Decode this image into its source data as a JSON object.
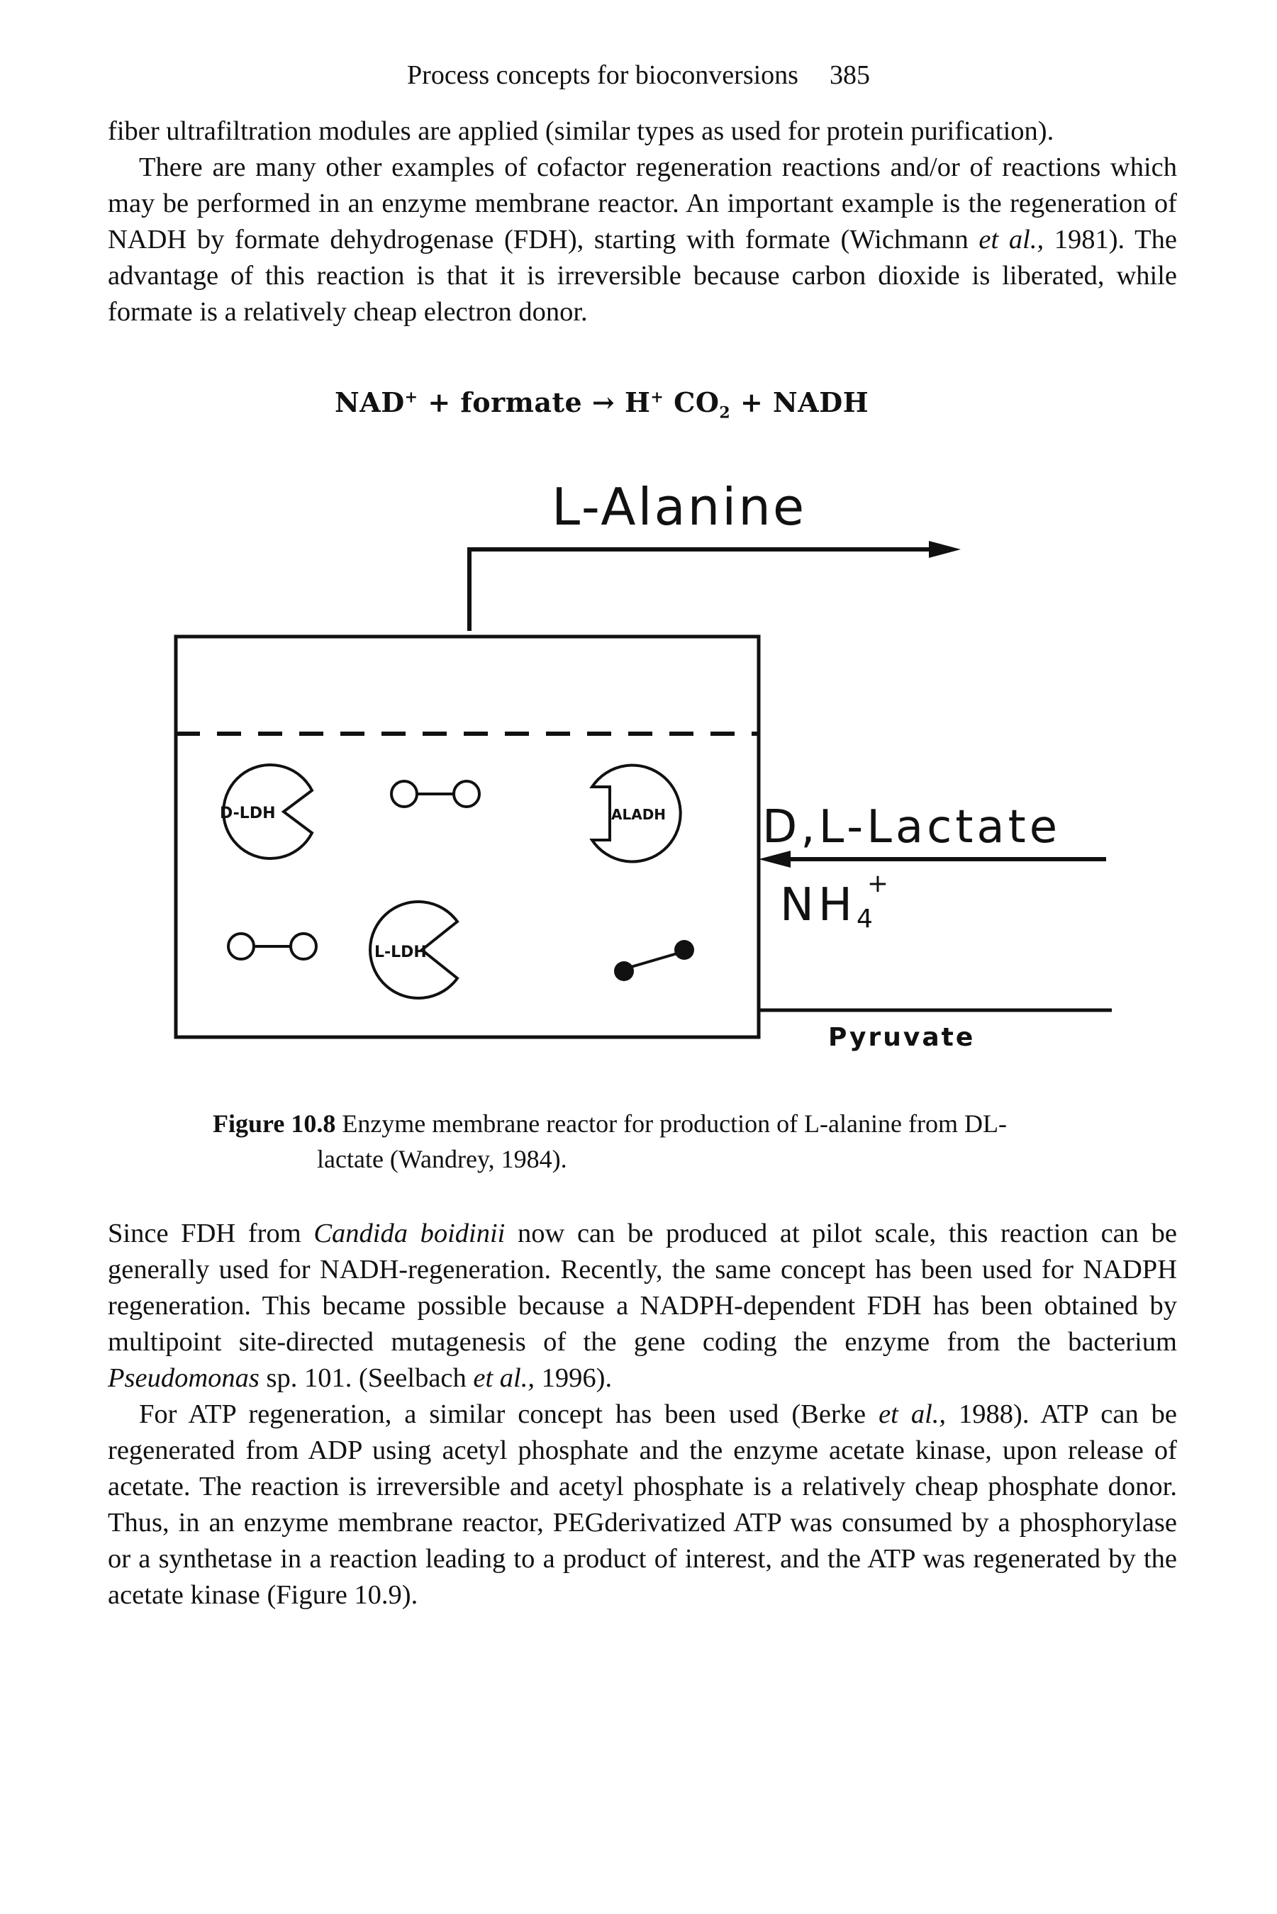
{
  "header": {
    "title": "Process concepts for bioconversions",
    "page_number": "385"
  },
  "paragraphs_top": [
    {
      "segments": [
        {
          "t": "fiber ultrafiltration modules are applied (similar types as used for protein purification)."
        }
      ]
    },
    {
      "segments": [
        {
          "t": "There are many other examples of cofactor regeneration reactions and/or of reactions which may be performed in an enzyme membrane reactor. An important example is the regeneration of NADH by formate dehydrogenase (FDH), starting with formate (Wichmann "
        },
        {
          "t": "et al.,",
          "i": true
        },
        {
          "t": " 1981). The advantage of this reaction is that it is irreversible because carbon dioxide is liberated, while formate is a relatively cheap electron donor."
        }
      ]
    }
  ],
  "equation": {
    "nad": "NAD",
    "nad_sup": "+",
    "plus1": " + formate ",
    "arrow": "→",
    "h": " H",
    "h_sup": "+",
    "co": " CO",
    "co_sub": "2",
    "plus2": " + NADH"
  },
  "diagram": {
    "product_label": "L-Alanine",
    "feed_label": "D,L-Lactate",
    "ammonium_label": "NH",
    "ammonium_sub": "4",
    "ammonium_sup": "+",
    "pyruvate_label": "Pyruvate",
    "enzymes": [
      "D-LDH",
      "ALADH",
      "L-LDH"
    ]
  },
  "caption": {
    "label": "Figure 10.8",
    "text_line1": " Enzyme membrane reactor for production of L-alanine from DL-",
    "text_line2": "lactate (Wandrey, 1984)."
  },
  "paragraphs_bottom": [
    {
      "segments": [
        {
          "t": "Since FDH from "
        },
        {
          "t": "Candida boidinii",
          "i": true
        },
        {
          "t": " now can be produced at pilot scale, this reaction can be generally used for NADH-regeneration. Recently, the same concept has been used for NADPH regeneration. This became possible because a NADPH-dependent FDH has been obtained by multipoint site-directed mutagenesis of the gene coding the enzyme from the bacterium "
        },
        {
          "t": "Pseudomonas",
          "i": true
        },
        {
          "t": " sp. 101. (Seelbach "
        },
        {
          "t": "et al.,",
          "i": true
        },
        {
          "t": " 1996)."
        }
      ]
    },
    {
      "segments": [
        {
          "t": "For ATP regeneration, a similar concept has been used (Berke "
        },
        {
          "t": "et al.,",
          "i": true
        },
        {
          "t": " 1988). ATP can be regenerated from ADP using acetyl phosphate and the enzyme acetate kinase, upon release of acetate. The reaction is irreversible and acetyl phosphate is a relatively cheap phosphate donor. Thus, in an enzyme membrane reactor, PEGderivatized ATP was consumed by a phosphorylase or a synthetase in a reaction leading to a product of interest, and the ATP was regenerated by the acetate kinase (Figure 10.9)."
        }
      ]
    }
  ]
}
